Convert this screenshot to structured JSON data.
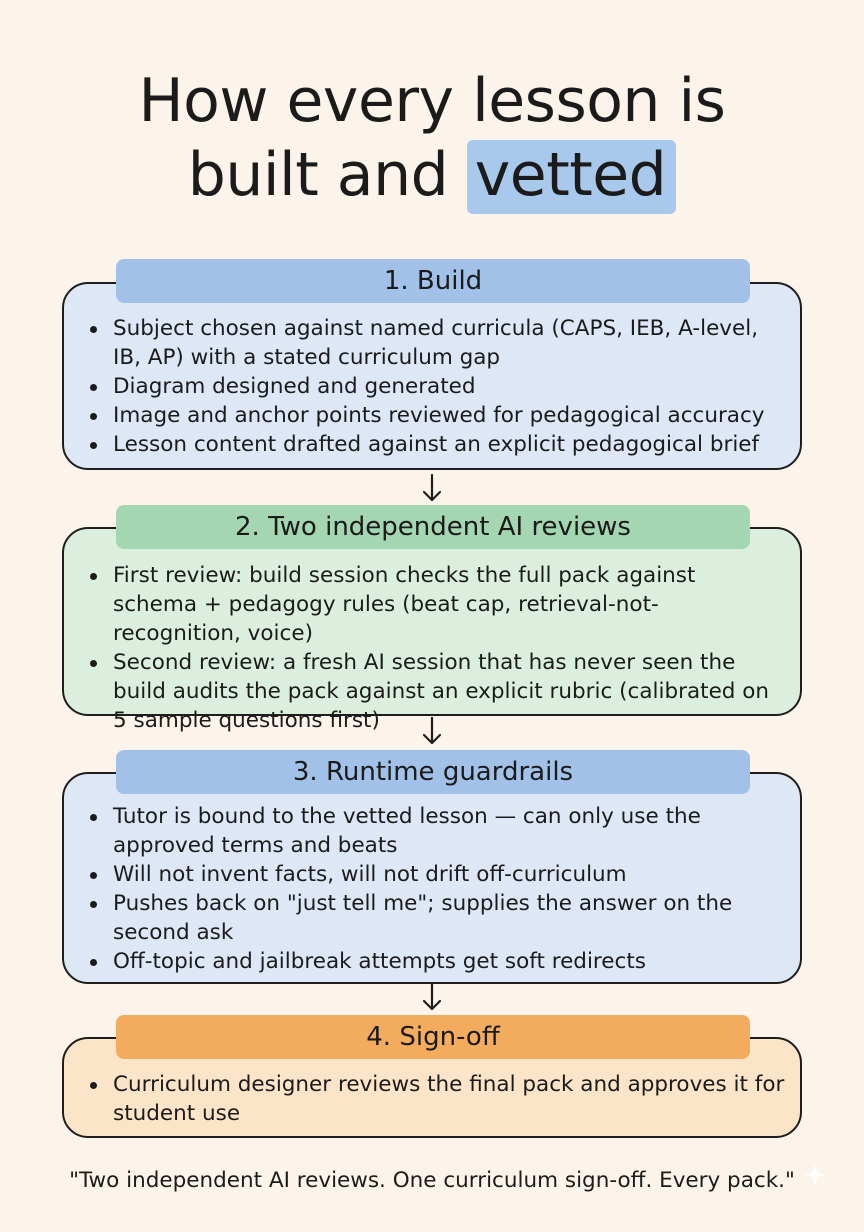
{
  "title": {
    "line1": "How every lesson is",
    "line2_plain": "built and ",
    "line2_highlight": "vetted"
  },
  "stages": [
    {
      "label": "1. Build",
      "points": [
        "Subject chosen against named curricula (CAPS, IEB, A-level, IB, AP) with a stated curriculum gap",
        "Diagram designed and generated",
        "Image and anchor points reviewed for pedagogical accuracy",
        "Lesson content drafted against an explicit pedagogical brief"
      ]
    },
    {
      "label": "2. Two independent AI reviews",
      "points": [
        "First review: build session checks the full pack against schema + pedagogy rules (beat cap, retrieval-not-recognition, voice)",
        "Second review: a fresh AI session that has never seen the build audits the pack against an explicit rubric (calibrated on 5 sample questions first)"
      ]
    },
    {
      "label": "3. Runtime guardrails",
      "points": [
        "Tutor is bound to the vetted lesson — can only use the approved terms and beats",
        "Will not invent facts, will not drift off-curriculum",
        "Pushes back on \"just tell me\"; supplies the answer on the second ask",
        "Off-topic and jailbreak attempts get soft redirects"
      ]
    },
    {
      "label": "4. Sign-off",
      "points": [
        "Curriculum designer reviews the final pack and approves it for student use"
      ]
    }
  ],
  "quote": "\"Two independent AI reviews. One curriculum sign-off. Every pack.\"",
  "colors": {
    "background": "#fcf4ea",
    "blue_fill": "#dee7f6",
    "blue_label": "#a2c1e8",
    "green_fill": "#dcefdf",
    "green_label": "#a3d6b1",
    "orange_fill": "#fbe4c7",
    "orange_label": "#f3ac5d",
    "title_highlight": "#a9c9ec"
  },
  "icons": {
    "arrow": "arrow-down-icon",
    "corner_mark": "sparkle-icon"
  }
}
